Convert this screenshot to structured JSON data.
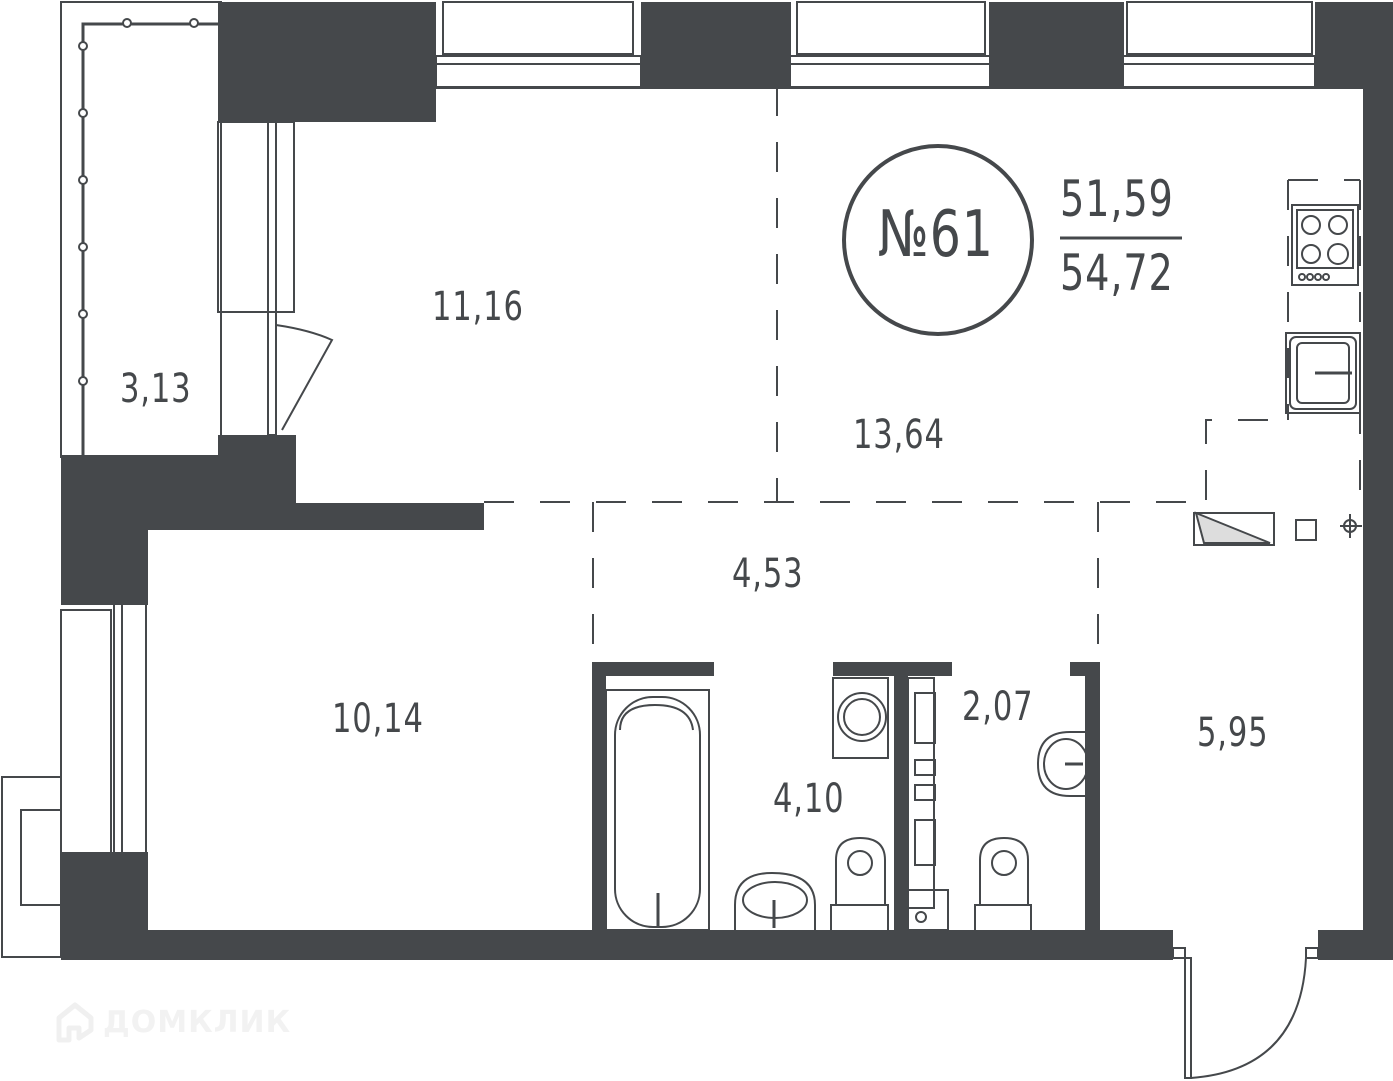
{
  "apartment": {
    "number_label": "№61",
    "living_area": "51,59",
    "total_area": "54,72"
  },
  "rooms": [
    {
      "id": "balcony",
      "area": "3,13"
    },
    {
      "id": "bedroom-1",
      "area": "11,16"
    },
    {
      "id": "living-kitchen",
      "area": "13,64"
    },
    {
      "id": "hallway",
      "area": "4,53"
    },
    {
      "id": "bedroom-2",
      "area": "10,14"
    },
    {
      "id": "bathroom",
      "area": "4,10"
    },
    {
      "id": "toilet",
      "area": "2,07"
    },
    {
      "id": "entrance-hall",
      "area": "5,95"
    }
  ],
  "watermark": {
    "text": "ДОМКЛИК",
    "icon": "house-logo-icon"
  },
  "colors": {
    "wall": "#45484b",
    "background": "#ffffff"
  }
}
